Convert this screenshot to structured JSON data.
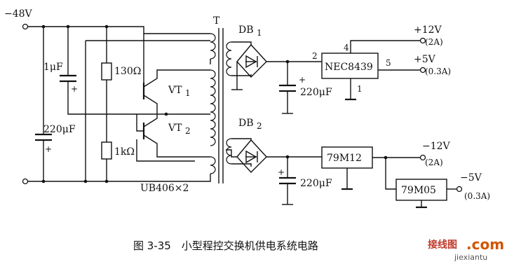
{
  "labels": {
    "input_voltage": "−48V",
    "transformer": "T",
    "db1": "DB",
    "db1_sub": "1",
    "db2": "DB",
    "db2_sub": "2",
    "c_1uf": "1μF",
    "c_220uf_in": "220μF",
    "r_130": "130Ω",
    "r_1k": "1kΩ",
    "vt1": "VT",
    "vt1_sub": "1",
    "vt2": "VT",
    "vt2_sub": "2",
    "transistor_part": "UB406×2",
    "c_220uf_db1": "220μF",
    "c_220uf_db2": "220μF",
    "plus": "+",
    "plus_small": "+"
  },
  "ic_nec": {
    "name": "NEC8439",
    "pin_in": "2",
    "pin_4": "4",
    "pin_5": "5",
    "pin_gnd": "1"
  },
  "ic_79m12": {
    "name": "79M12"
  },
  "ic_79m05": {
    "name": "79M05"
  },
  "outputs": {
    "p12_v": "+12V",
    "p12_a": "(2A)",
    "p5_v": "+5V",
    "p5_a": "(0.3A)",
    "n12_v": "−12V",
    "n12_a": "(2A)",
    "n5_v": "−5V",
    "n5_a": "(0.3A)"
  },
  "caption": "图 3-35　小型程控交换机供电系统电路",
  "watermark": {
    "cn": "接线图",
    "com": ".com",
    "url": "jiexiantu"
  }
}
